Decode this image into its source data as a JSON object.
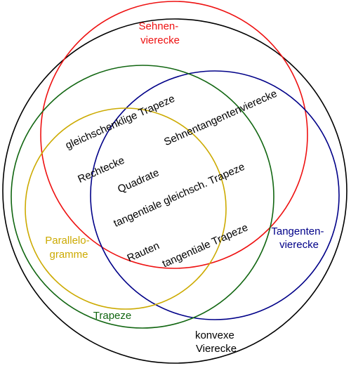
{
  "sets": {
    "convex": {
      "line1": "konvexe",
      "line2": "Vierecke",
      "color": "#000000"
    },
    "cyclic": {
      "line1": "Sehnen-",
      "line2": "vierecke",
      "color": "#ee1111"
    },
    "tangential": {
      "line1": "Tangenten-",
      "line2": "vierecke",
      "color": "#000088"
    },
    "trapezoid": {
      "label": "Trapeze",
      "color": "#116611"
    },
    "parallelogram": {
      "line1": "Parallelo-",
      "line2": "gramme",
      "color": "#ccaa00"
    }
  },
  "intersections": {
    "isosceles_trapezoids": "gleichschenklige Trapeze",
    "bicentric": "Sehnentangentenvierecke",
    "rectangles": "Rechtecke",
    "squares": "Quadrate",
    "tangential_isosceles_trapezoids": "tangentiale gleichsch. Trapeze",
    "rhombi": "Rauten",
    "tangential_trapezoids": "tangentiale Trapeze"
  }
}
